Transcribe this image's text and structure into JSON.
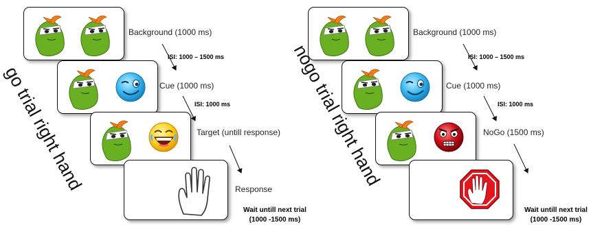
{
  "go": {
    "title": "go trial right hand",
    "steps": [
      {
        "label": "Background (1000 ms)",
        "icons": [
          "green-creature-icon",
          "green-creature-icon"
        ]
      },
      {
        "label": "Cue (1000 ms)",
        "icons": [
          "green-creature-icon",
          "winking-blue-face-icon"
        ]
      },
      {
        "label": "Target (untill response)",
        "icons": [
          "green-creature-icon",
          "laughing-yellow-face-icon"
        ]
      },
      {
        "label": "Response",
        "icons": [
          "open-hand-outline-icon"
        ]
      }
    ],
    "isi": [
      "ISI: 1000 – 1500 ms",
      "ISI: 1000 ms"
    ],
    "wait": [
      "Wait untill next trial",
      "(1000 -1500 ms)"
    ]
  },
  "nogo": {
    "title": "nogo trial right hand",
    "steps": [
      {
        "label": "Background (1000 ms)",
        "icons": [
          "green-creature-icon",
          "green-creature-icon"
        ]
      },
      {
        "label": "Cue (1000 ms)",
        "icons": [
          "green-creature-icon",
          "winking-blue-face-icon"
        ]
      },
      {
        "label": "NoGo (1500 ms)",
        "icons": [
          "green-creature-icon",
          "angry-red-face-icon"
        ]
      },
      {
        "label": "",
        "icons": [
          "stop-hand-sign-icon"
        ]
      }
    ],
    "isi": [
      "ISI: 1000 – 1500 ms",
      "ISI: 1000 ms"
    ],
    "wait": [
      "Wait untill next trial",
      "(1000 -1500 ms)"
    ]
  },
  "colors": {
    "creature_green": "#6ab023",
    "creature_orange": "#f07c1a",
    "blue_face": "#37b6ef",
    "yellow_face": "#ffd21f",
    "red_face": "#d0111b",
    "stop_red": "#e3161e"
  }
}
